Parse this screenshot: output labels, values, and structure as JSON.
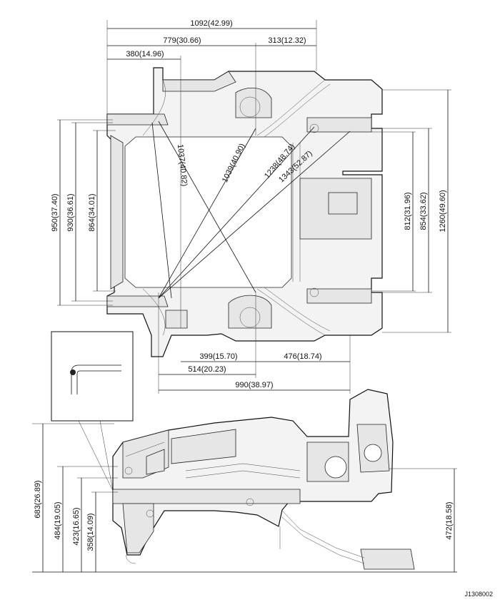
{
  "top_view": {
    "width_dims": [
      "1092(42.99)",
      "779(30.66)",
      "313(12.32)",
      "380(14.96)"
    ],
    "left_dims": [
      "950(37.40)",
      "930(36.61)",
      "864(34.01)"
    ],
    "right_dims": [
      "812(31.96)",
      "854(33.62)",
      "1260(49.60)"
    ],
    "diagonal_dims": [
      "1037(40.82)",
      "1039(40.90)",
      "1238(48.74)",
      "1343(52.87)"
    ],
    "bottom_dims": [
      "399(15.70)",
      "476(18.74)",
      "514(20.23)",
      "990(38.97)"
    ]
  },
  "side_view": {
    "left_dims": [
      "683(26.89)",
      "484(19.05)",
      "423(16.65)",
      "358(14.09)"
    ],
    "right_dims": [
      "472(18.58)"
    ]
  },
  "figure_code": "J1308002"
}
